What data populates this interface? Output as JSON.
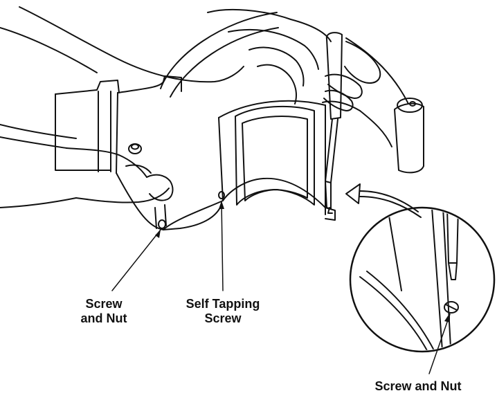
{
  "labels": {
    "screw_and_nut_left": [
      "Screw",
      "and Nut"
    ],
    "self_tapping_screw": [
      "Self Tapping",
      "Screw"
    ],
    "screw_and_nut_right": "Screw and Nut"
  },
  "colors": {
    "ink": "#111111",
    "paper": "#ffffff"
  }
}
